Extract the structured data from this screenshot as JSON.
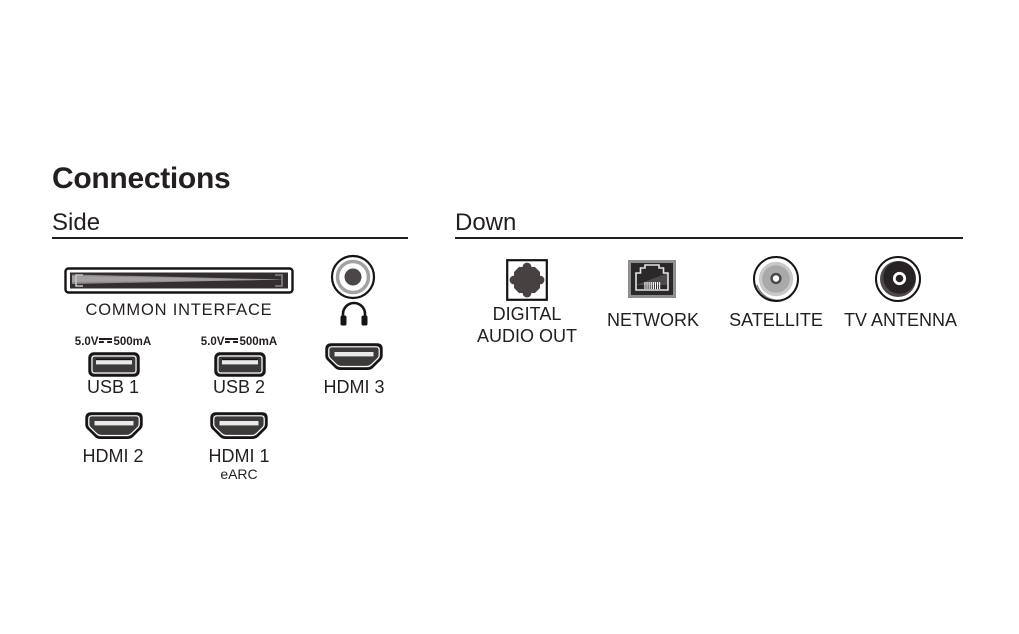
{
  "title": "Connections",
  "colors": {
    "text": "#231f20",
    "port_dark_fill": "#3d3a3a",
    "outline_black": "#161314",
    "inner_highlight_white": "#ffffff",
    "slot_bar_gray": "#e9e9e9",
    "satellite_gray": "#a9a9a9",
    "network_frame_gray": "#8f8f8f"
  },
  "icons": {
    "common_interface_slot": "ci-card-slot",
    "headphone_jack": "3.5mm-jack-rings",
    "headphones": "headphones-glyph",
    "usb_port": "usb-a-port",
    "hdmi_port": "hdmi-port",
    "digital_audio_out": "toslink-optical-port",
    "network": "rj45-ethernet-port",
    "satellite": "f-type-coax-connector",
    "tv_antenna": "iec-coax-connector"
  },
  "side": {
    "heading": "Side",
    "common_interface": {
      "label": "COMMON INTERFACE"
    },
    "usb1": {
      "power_voltage": "5.0V",
      "power_current": "500mA",
      "label": "USB 1"
    },
    "usb2": {
      "power_voltage": "5.0V",
      "power_current": "500mA",
      "label": "USB 2"
    },
    "hdmi3": {
      "label": "HDMI 3"
    },
    "hdmi2": {
      "label": "HDMI 2"
    },
    "hdmi1": {
      "label": "HDMI 1",
      "sublabel": "eARC"
    }
  },
  "down": {
    "heading": "Down",
    "digital_audio_out": {
      "line1": "DIGITAL",
      "line2": "AUDIO OUT"
    },
    "network": {
      "label": "NETWORK"
    },
    "satellite": {
      "label": "SATELLITE"
    },
    "tv_antenna": {
      "label": "TV ANTENNA"
    }
  }
}
